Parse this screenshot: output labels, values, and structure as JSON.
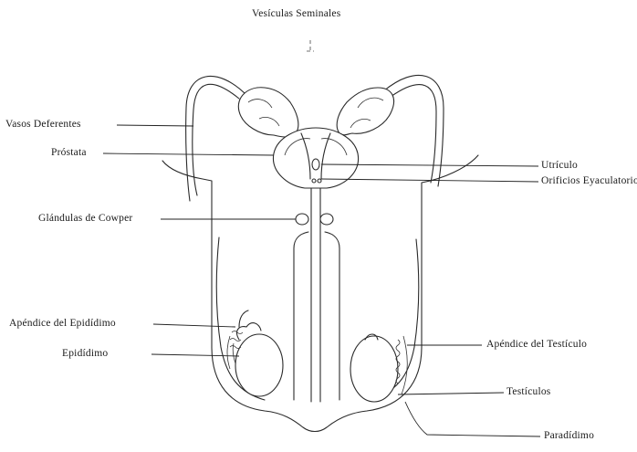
{
  "labels": {
    "vesiculas": "Vesículas Seminales",
    "vasos": "Vasos Deferentes",
    "prostata": "Próstata",
    "utriculo": "Utrículo",
    "orificios": "Orificios Eyaculatorios",
    "cowper": "Glándulas de Cowper",
    "apendice_epididimo": "Apéndice del Epidídimo",
    "epididimo": "Epidídimo",
    "apendice_testiculo": "Apéndice del Testículo",
    "testiculos": "Testículos",
    "paradidimo": "Paradídimo"
  }
}
